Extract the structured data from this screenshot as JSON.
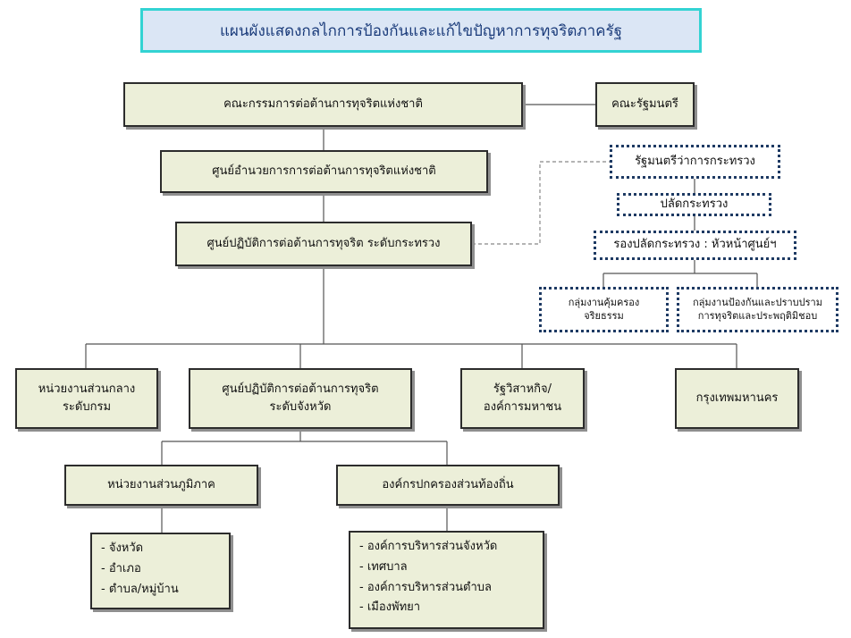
{
  "title": "แผนผังแสดงกลไกการป้องกันและแก้ไขปัญหาการทุจริตภาครัฐ",
  "nodes": {
    "national_commission": "คณะกรรมการต่อต้านการทุจริตแห่งชาติ",
    "cabinet": "คณะรัฐมนตรี",
    "national_directorate": "ศูนย์อำนวยการการต่อต้านการทุจริตแห่งชาติ",
    "ministry_center": "ศูนย์ปฏิบัติการต่อต้านการทุจริต ระดับกระทรวง",
    "minister": "รัฐมนตรีว่าการกระทรวง",
    "permanent_secretary": "ปลัดกระทรวง",
    "deputy_secretary": "รองปลัดกระทรวง : หัวหน้าศูนย์ฯ",
    "ethics_group": "กลุ่มงานคุ้มครอง\nจริยธรรม",
    "prevention_group": "กลุ่มงานป้องกันและปราบปราม\nการทุจริตและประพฤติมิชอบ",
    "central_agency": "หน่วยงานส่วนกลาง\nระดับกรม",
    "provincial_center": "ศูนย์ปฏิบัติการต่อต้านการทุจริต\nระดับจังหวัด",
    "state_enterprise": "รัฐวิสาหกิจ/\nองค์การมหาชน",
    "bangkok": "กรุงเทพมหานคร",
    "regional_agency": "หน่วยงานส่วนภูมิภาค",
    "local_government": "องค์กรปกครองส่วนท้องถิ่น"
  },
  "regional_items": [
    "จังหวัด",
    "อำเภอ",
    "ตำบล/หมู่บ้าน"
  ],
  "local_items": [
    "องค์การบริหารส่วนจังหวัด",
    "เทศบาล",
    "องค์การบริหารส่วนตำบล",
    "เมืองพัทยา"
  ]
}
